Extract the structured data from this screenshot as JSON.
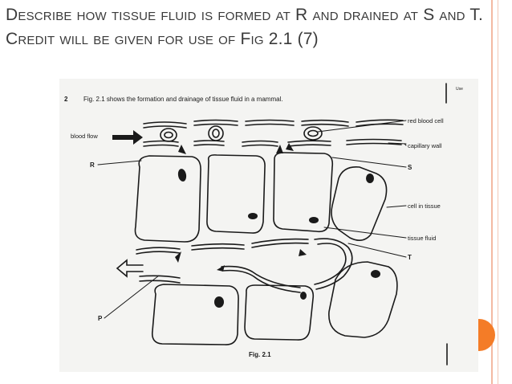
{
  "slide": {
    "title": "Describe how tissue fluid is formed at R and drained at S and T.  Credit will be given for use of Fig 2.1 (7)",
    "accent_color": "#f47c27",
    "rule_color": "#f3b9a2"
  },
  "figure": {
    "question_number": "2",
    "intro": "Fig. 2.1 shows the formation and drainage of tissue fluid in a mammal.",
    "corner_mark": "Use",
    "caption": "Fig. 2.1",
    "labels": {
      "blood_flow": "blood flow",
      "red_blood_cell": "red blood cell",
      "capillary_wall": "capillary wall",
      "R": "R",
      "S": "S",
      "cell_in_tissue": "cell in tissue",
      "tissue_fluid": "tissue fluid",
      "T": "T",
      "P": "P"
    }
  }
}
